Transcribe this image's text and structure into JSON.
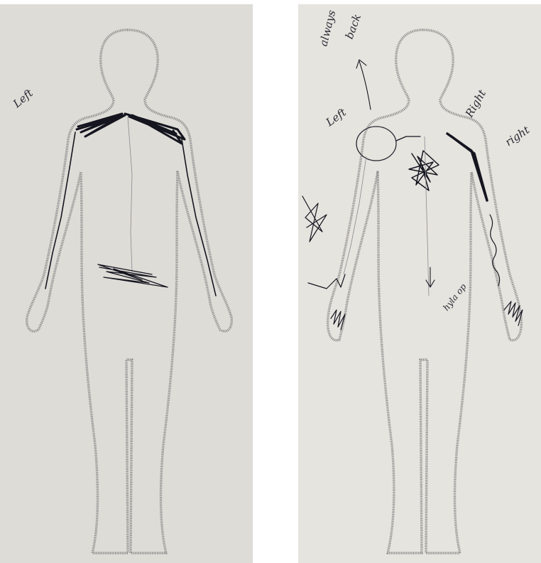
{
  "colors": {
    "paper_left": "#dedcd6",
    "paper_right": "#e6e4de",
    "outline": "#8a8a8a",
    "ink": "#151520",
    "pencil": "#8a8a90"
  },
  "left_sheet": {
    "annotations": [
      {
        "text": "Left"
      }
    ]
  },
  "right_sheet": {
    "annotations": [
      {
        "text": "Left"
      },
      {
        "text": "Right"
      },
      {
        "text": "right"
      },
      {
        "text": "always"
      },
      {
        "text": "back"
      },
      {
        "text": "hyla op"
      }
    ]
  }
}
